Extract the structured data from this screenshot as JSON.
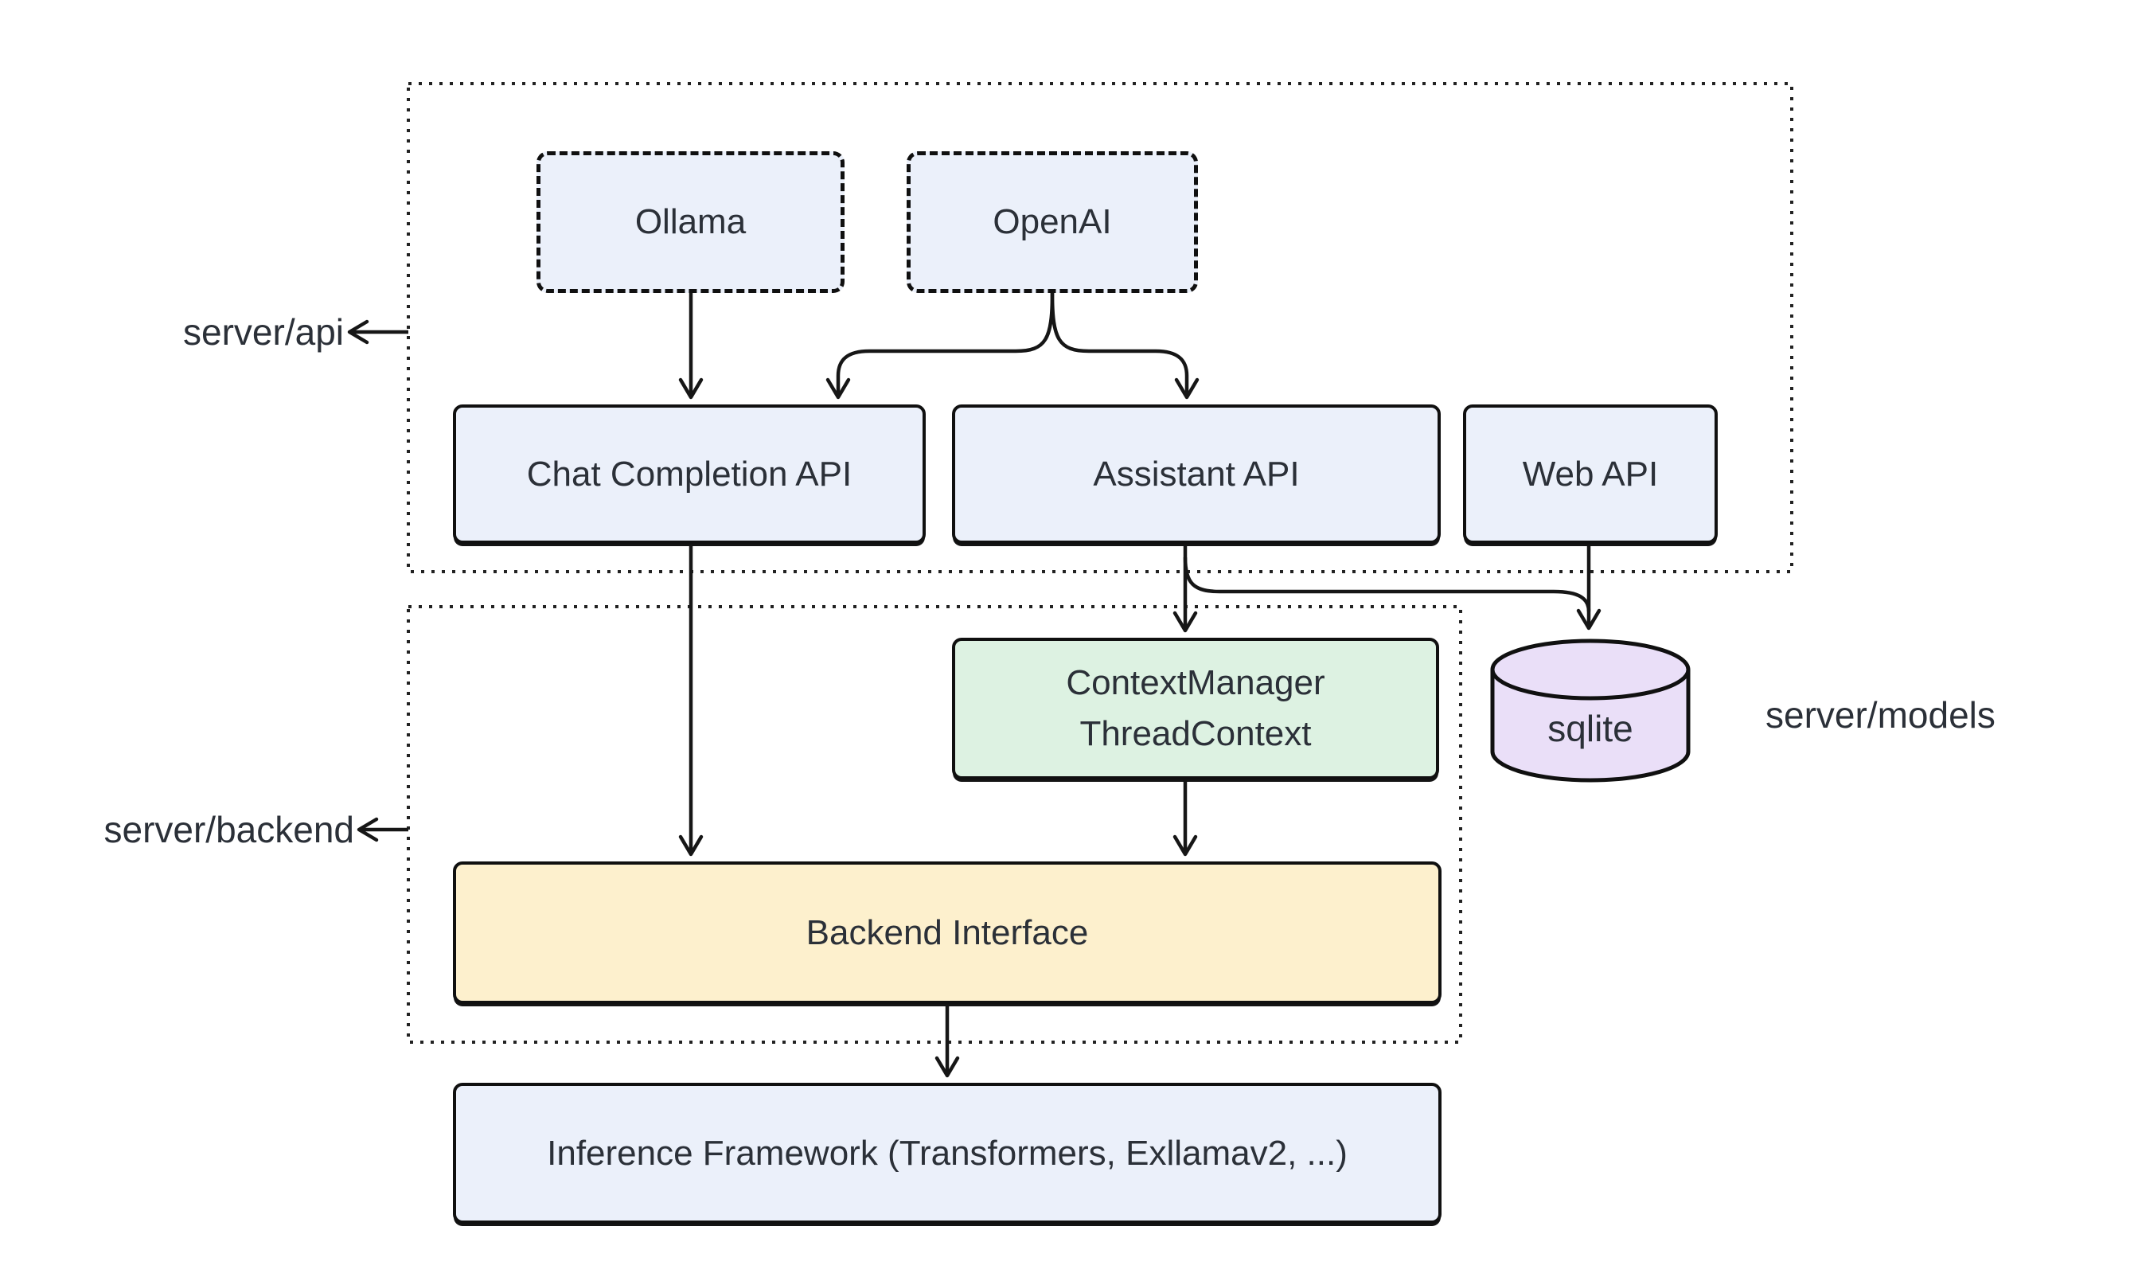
{
  "page": {
    "background": "#ffffff"
  },
  "diagram": {
    "groups": {
      "api": {
        "label": "server/api"
      },
      "backend": {
        "label": "server/backend"
      },
      "models": {
        "label": "server/models"
      }
    },
    "nodes": {
      "ollama": {
        "label": "Ollama",
        "border_style": "dashed",
        "fill": "#ebf0fa"
      },
      "openai": {
        "label": "OpenAI",
        "border_style": "dashed",
        "fill": "#ebf0fa"
      },
      "chat_completion_api": {
        "label": "Chat Completion API",
        "fill": "#ebf0fa"
      },
      "assistant_api": {
        "label": "Assistant API",
        "fill": "#ebf0fa"
      },
      "web_api": {
        "label": "Web API",
        "fill": "#ebf0fa"
      },
      "context_manager": {
        "line1": "ContextManager",
        "line2": "ThreadContext",
        "fill": "#ddf2e2"
      },
      "sqlite": {
        "label": "sqlite",
        "shape": "cylinder",
        "fill": "#eadff8"
      },
      "backend_interface": {
        "label": "Backend Interface",
        "fill": "#fdf0cd"
      },
      "inference_framework": {
        "label": "Inference Framework (Transformers, Exllamav2, ...)",
        "fill": "#ebf0fa"
      }
    },
    "edges": [
      {
        "from": "ollama",
        "to": "chat_completion_api"
      },
      {
        "from": "openai",
        "to": "chat_completion_api"
      },
      {
        "from": "openai",
        "to": "assistant_api"
      },
      {
        "from": "chat_completion_api",
        "to": "backend_interface"
      },
      {
        "from": "assistant_api",
        "to": "context_manager"
      },
      {
        "from": "assistant_api",
        "to": "sqlite"
      },
      {
        "from": "web_api",
        "to": "sqlite"
      },
      {
        "from": "context_manager",
        "to": "backend_interface"
      },
      {
        "from": "backend_interface",
        "to": "inference_framework"
      }
    ],
    "colors": {
      "node_blue": "#ebf0fa",
      "node_green": "#ddf2e2",
      "node_yellow": "#fdf0cd",
      "node_purple": "#eadff8",
      "line": "#161616",
      "border": "#101010",
      "dotted_group_border": "#222222",
      "text": "#2b3038",
      "background": "#ffffff"
    }
  }
}
